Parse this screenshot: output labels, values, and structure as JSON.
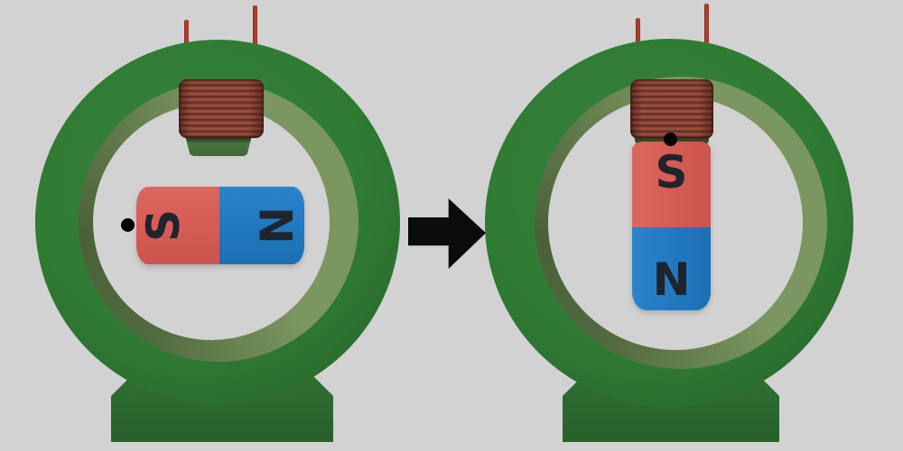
{
  "diagram": {
    "description": "Bar magnet swinging to align with an electromagnet coil inside a green ring stand: before state (horizontal magnet) and after state (vertical magnet hanging from coil).",
    "arrow": {
      "direction": "right",
      "color": "#0b0b0b"
    }
  },
  "colors": {
    "bg": "#d2d2d2",
    "green_face": "#2e7a32",
    "green_pedestal": "#2d6c2f",
    "green_bevel": "#7b9660",
    "copper": "#8f4536",
    "wire_red": "#a83b2c",
    "magnet_red": "#d75d56",
    "magnet_blue": "#2179c1",
    "letter": "#20242c",
    "arrow": "#0b0b0b"
  },
  "panels": [
    {
      "id": "before",
      "magnet": {
        "orientation": "horizontal",
        "south_label": "S",
        "north_label": "N",
        "south_position": "left",
        "north_position": "right",
        "pivot_dot": "left-end"
      },
      "coil": {
        "windings": 10,
        "leads": 2
      }
    },
    {
      "id": "after",
      "magnet": {
        "orientation": "vertical",
        "south_label": "S",
        "north_label": "N",
        "south_position": "top",
        "north_position": "bottom",
        "pivot_dot": "top-end"
      },
      "coil": {
        "windings": 10,
        "leads": 2
      }
    }
  ]
}
